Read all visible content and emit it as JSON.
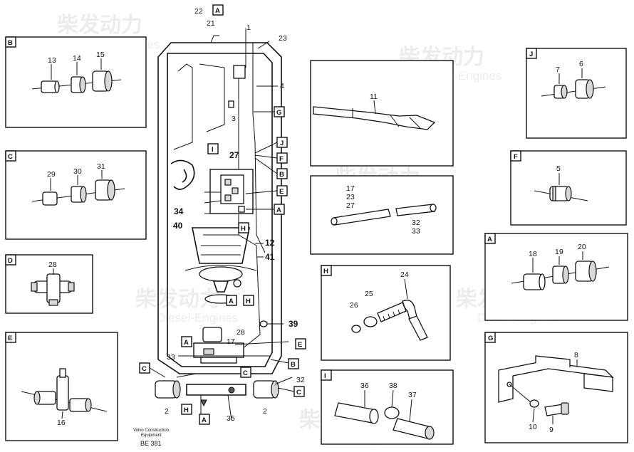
{
  "watermark": {
    "brand": "柴发动力",
    "sub": "Diesel-Engines"
  },
  "footer": {
    "maker_line1": "Volvo Construction",
    "maker_line2": "Equipment",
    "code": "BE 381"
  },
  "panels": {
    "B": {
      "tag": "B",
      "parts": [
        "13",
        "14",
        "15"
      ]
    },
    "C": {
      "tag": "C",
      "parts": [
        "29",
        "30",
        "31"
      ]
    },
    "D": {
      "tag": "D",
      "parts": [
        "28"
      ]
    },
    "E": {
      "tag": "E",
      "parts": [
        "16"
      ]
    },
    "P11": {
      "parts": [
        "11"
      ]
    },
    "P17": {
      "parts": [
        "17",
        "23",
        "27",
        "32",
        "33"
      ]
    },
    "H": {
      "tag": "H",
      "parts": [
        "24",
        "25",
        "26"
      ]
    },
    "I": {
      "tag": "I",
      "parts": [
        "36",
        "38",
        "37"
      ]
    },
    "J": {
      "tag": "J",
      "parts": [
        "7",
        "6"
      ]
    },
    "F": {
      "tag": "F",
      "parts": [
        "5"
      ]
    },
    "A": {
      "tag": "A",
      "parts": [
        "18",
        "19",
        "20"
      ]
    },
    "G": {
      "tag": "G",
      "parts": [
        "8",
        "10",
        "9"
      ]
    }
  },
  "main": {
    "top_labels": [
      "22",
      "21",
      "1",
      "23",
      "4",
      "3"
    ],
    "right_labels": [
      "12",
      "41",
      "39"
    ],
    "center_labels": [
      "27",
      "34",
      "40",
      "28",
      "17",
      "33",
      "2",
      "2",
      "35",
      "32"
    ],
    "ref_tags": {
      "A": "A",
      "B": "B",
      "C": "C",
      "E": "E",
      "F": "F",
      "G": "G",
      "H": "H",
      "I": "I",
      "J": "J"
    }
  }
}
